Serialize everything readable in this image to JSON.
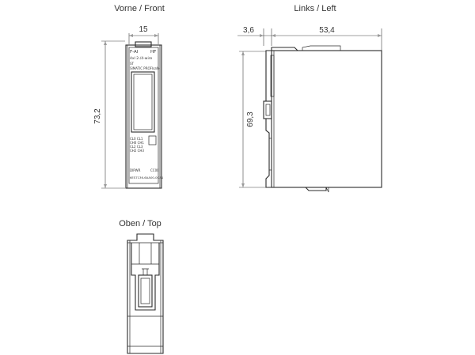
{
  "views": {
    "front": {
      "title": "Vorne / Front"
    },
    "side": {
      "title": "Links / Left"
    },
    "top": {
      "title": "Oben / Top"
    }
  },
  "dimensions": {
    "front_width": "15",
    "front_height": "73,2",
    "side_offset": "3,6",
    "side_depth": "53,4",
    "side_height": "69,3"
  },
  "module_labels": {
    "type": "F-AI",
    "class": "HF",
    "channels": "4xI 2-/4-wire",
    "bus": "ST",
    "profile": "SIMATIC PROFIsafe",
    "channel_rows": [
      "CL0  CL1",
      "CH0  CH1",
      "CL2  CL3",
      "CH2  CH3"
    ],
    "pwr": "DIPWR",
    "color": "CC00",
    "order_no": "6ES7136-6AA00-0CA1"
  }
}
